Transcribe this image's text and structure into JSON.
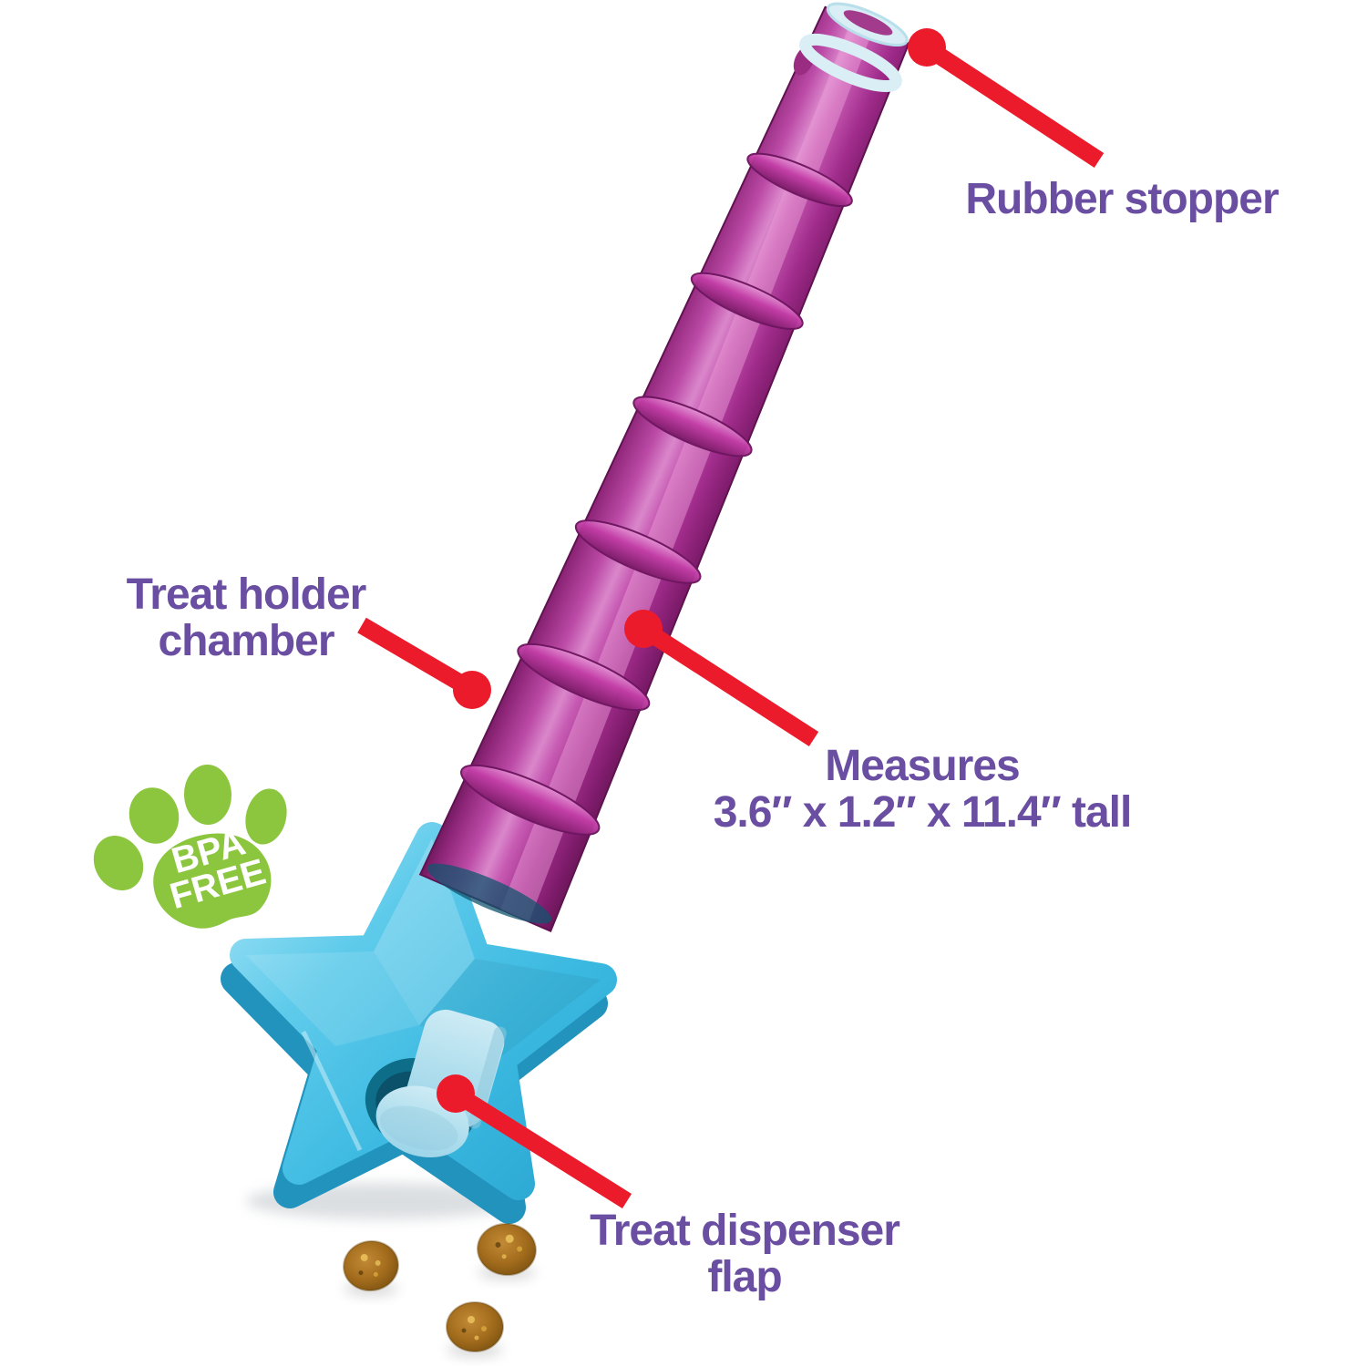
{
  "background": "#ffffff",
  "colors": {
    "background": "#ffffff",
    "label-purple": "#6a4ea2",
    "callout-red": "#ec1b2b",
    "wand-dark": "#7e1d6a",
    "wand-mid": "#b23d9d",
    "wand-highlight": "#e096d2",
    "ring-magenta": "#c33ea7",
    "star-cyan": "#45c1e8",
    "star-cyan-light": "#8adcf2",
    "star-cyan-dark": "#2aa6d0",
    "flap-blue": "#b2dfee",
    "hole-teal": "#0e6d89",
    "stopper-blue": "#d9eef5",
    "paw-green": "#8cc63f",
    "treat-brown": "#a36c1d",
    "treat-brown-dark": "#7d5311",
    "badge-text": "#ffffff"
  },
  "callouts": {
    "rubber_stopper": {
      "label": "Rubber stopper"
    },
    "treat_holder": {
      "label": "Treat holder\nchamber"
    },
    "measures": {
      "label": "Measures\n3.6″ x 1.2″ x 11.4″ tall"
    },
    "dispenser_flap": {
      "label": "Treat dispenser\nflap"
    }
  },
  "badge": {
    "line1": "BPA",
    "line2": "FREE"
  }
}
